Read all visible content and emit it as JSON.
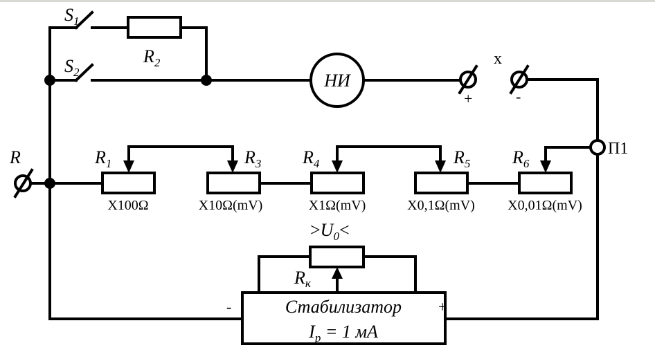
{
  "diagram": {
    "title": "Potentiometer measurement circuit",
    "switches": [
      {
        "id": "S1",
        "label": "S",
        "sub": "1"
      },
      {
        "id": "S2",
        "label": "S",
        "sub": "2"
      }
    ],
    "resistor_r2": {
      "label": "R",
      "sub": "2"
    },
    "null_indicator": {
      "label": "НИ"
    },
    "terminals_x": {
      "label": "x",
      "plus": "+",
      "minus": "-"
    },
    "terminal_r": {
      "label": "R"
    },
    "switch_p1": {
      "label": "П1"
    },
    "decades": [
      {
        "id": "R1",
        "label": "R",
        "sub": "1",
        "scale": "X100Ω"
      },
      {
        "id": "R3",
        "label": "R",
        "sub": "3",
        "scale": "X10Ω(mV)"
      },
      {
        "id": "R4",
        "label": "R",
        "sub": "4",
        "scale": "X1Ω(mV)"
      },
      {
        "id": "R5",
        "label": "R",
        "sub": "5",
        "scale": "X0,1Ω(mV)"
      },
      {
        "id": "R6",
        "label": "R",
        "sub": "6",
        "scale": "X0,01Ω(mV)"
      }
    ],
    "calibration": {
      "u0_prefix": ">",
      "u0_label": "U",
      "u0_sub": "0",
      "u0_suffix": "<",
      "rk_label": "R",
      "rk_sub": "к"
    },
    "stabilizer": {
      "title": "Стабилизатор",
      "current_label": "I",
      "current_sub": "p",
      "current_value": " = 1 мА",
      "minus": "-",
      "plus": "+"
    }
  }
}
